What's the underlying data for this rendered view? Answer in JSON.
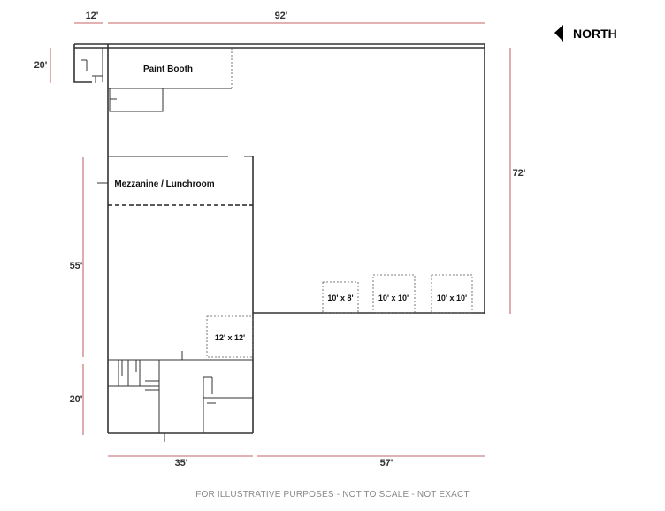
{
  "compass": {
    "label": "NORTH"
  },
  "dimensions": {
    "top_left": "12'",
    "top_main": "92'",
    "left_top": "20'",
    "left_middle": "55'",
    "left_bottom": "20'",
    "right": "72'",
    "bottom_left": "35'",
    "bottom_right": "57'"
  },
  "rooms": {
    "paint_booth": "Paint Booth",
    "mezzanine": "Mezzanine / Lunchroom"
  },
  "doors": {
    "door_12x12": "12' x 12'",
    "door_10x8": "10' x 8'",
    "door_10x10_a": "10' x 10'",
    "door_10x10_b": "10' x 10'"
  },
  "footer": "FOR ILLUSTRATIVE PURPOSES - NOT TO SCALE - NOT EXACT"
}
